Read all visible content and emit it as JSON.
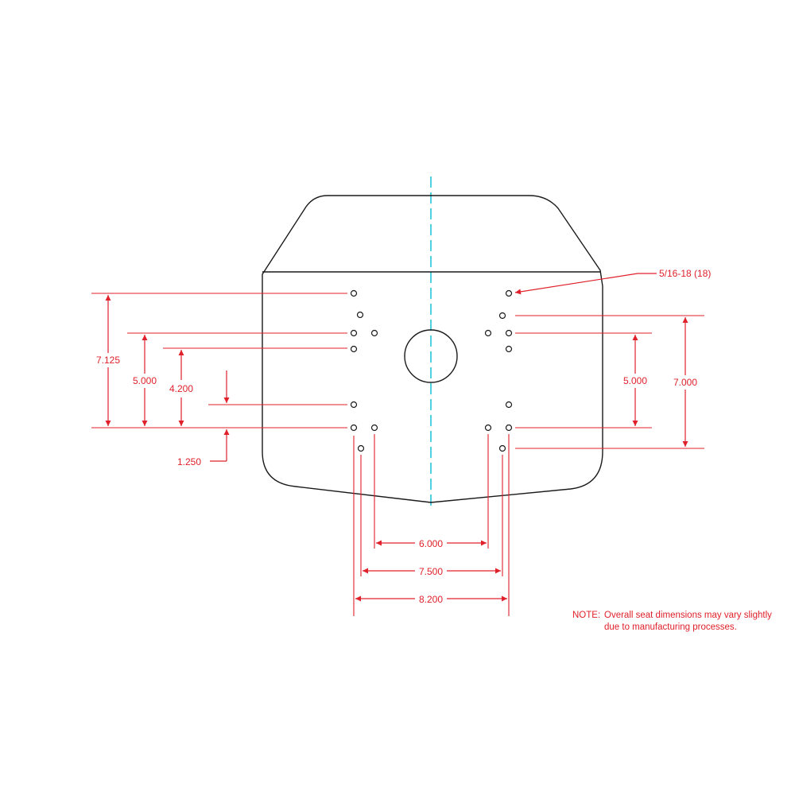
{
  "dimensions": {
    "left_7125": "7.125",
    "left_5000": "5.000",
    "left_4200": "4.200",
    "left_1250": "1.250",
    "right_5000": "5.000",
    "right_7000": "7.000",
    "bottom_6000": "6.000",
    "bottom_7500": "7.500",
    "bottom_8200": "8.200",
    "hole_callout": "5/16-18 (18)"
  },
  "note": {
    "label": "NOTE:",
    "line1": "Overall seat dimensions may vary slightly",
    "line2": "due to manufacturing processes."
  },
  "colors": {
    "outline": "#1a1a1a",
    "dimension": "#e0202a",
    "centerline": "#27c4d8"
  }
}
